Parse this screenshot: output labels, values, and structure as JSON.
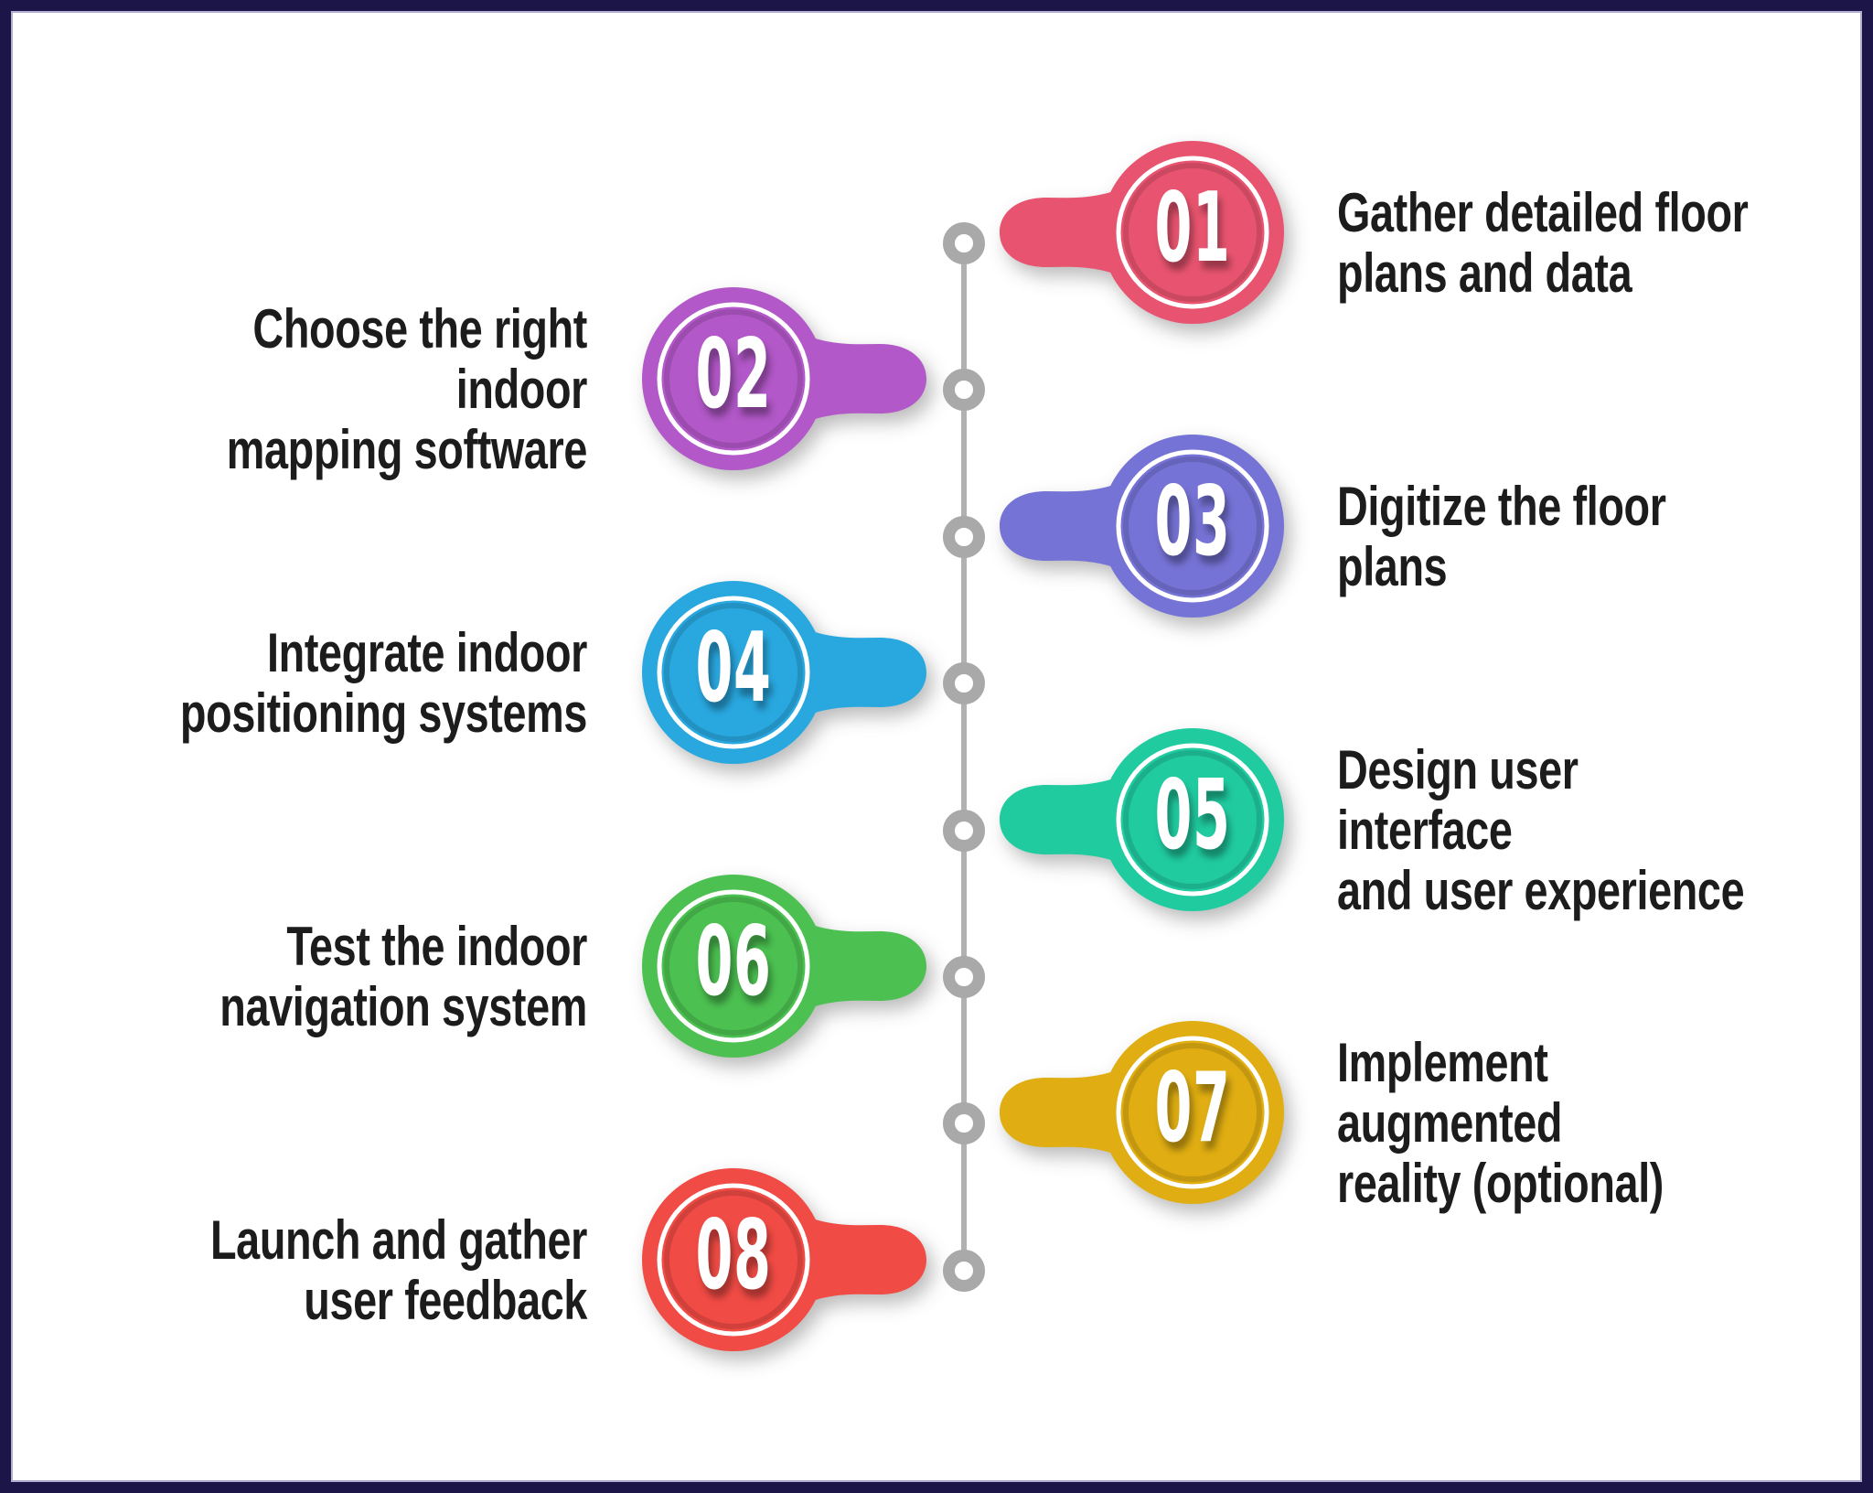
{
  "canvas": {
    "background": "#ffffff",
    "border_color": "#1b1548",
    "inner_edge_color": "#b3add4"
  },
  "timeline": {
    "line_color": "#b1b1b1",
    "dot_ring_color": "#a9a9a9",
    "dot_fill": "#ffffff"
  },
  "text_color": "#1c1c1c",
  "number_text_color": "#ffffff",
  "steps": [
    {
      "number": "01",
      "label": "Gather detailed floor\nplans and data",
      "side": "right",
      "color": "#e8546f"
    },
    {
      "number": "02",
      "label": "Choose the right indoor\nmapping software",
      "side": "left",
      "color": "#b258c8"
    },
    {
      "number": "03",
      "label": "Digitize the floor plans",
      "side": "right",
      "color": "#7673d6"
    },
    {
      "number": "04",
      "label": "Integrate indoor\npositioning systems",
      "side": "left",
      "color": "#29a8e0"
    },
    {
      "number": "05",
      "label": "Design user interface\nand user experience",
      "side": "right",
      "color": "#20cba0"
    },
    {
      "number": "06",
      "label": "Test the indoor\nnavigation system",
      "side": "left",
      "color": "#4cc151"
    },
    {
      "number": "07",
      "label": "Implement augmented\nreality (optional)",
      "side": "right",
      "color": "#e0ae12"
    },
    {
      "number": "08",
      "label": "Launch and gather\nuser feedback",
      "side": "left",
      "color": "#f14b45"
    }
  ]
}
